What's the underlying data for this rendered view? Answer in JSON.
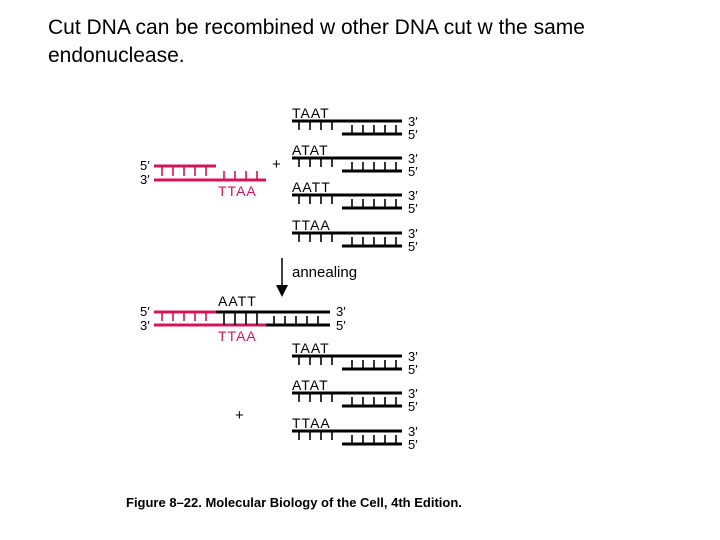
{
  "slide": {
    "title": "Cut DNA can be recombined w other DNA cut w the same endonuclease."
  },
  "colors": {
    "red_strand": "#d4145a",
    "black_strand": "#000000"
  },
  "diagram": {
    "ends": {
      "three_prime": "3′",
      "five_prime": "5′"
    },
    "plus": "+",
    "arrow_label": "annealing",
    "top_fragments": [
      "TAAT",
      "ATAT",
      "AATT",
      "TTAA"
    ],
    "red_fragment_overhang": "TTAA",
    "hybrid_top_overhang": "AATT",
    "hybrid_bottom_overhang": "TTAA",
    "bottom_fragments": [
      "TAAT",
      "ATAT",
      "TTAA"
    ],
    "caption": "Figure 8–22. Molecular Biology of the Cell, 4th Edition."
  }
}
